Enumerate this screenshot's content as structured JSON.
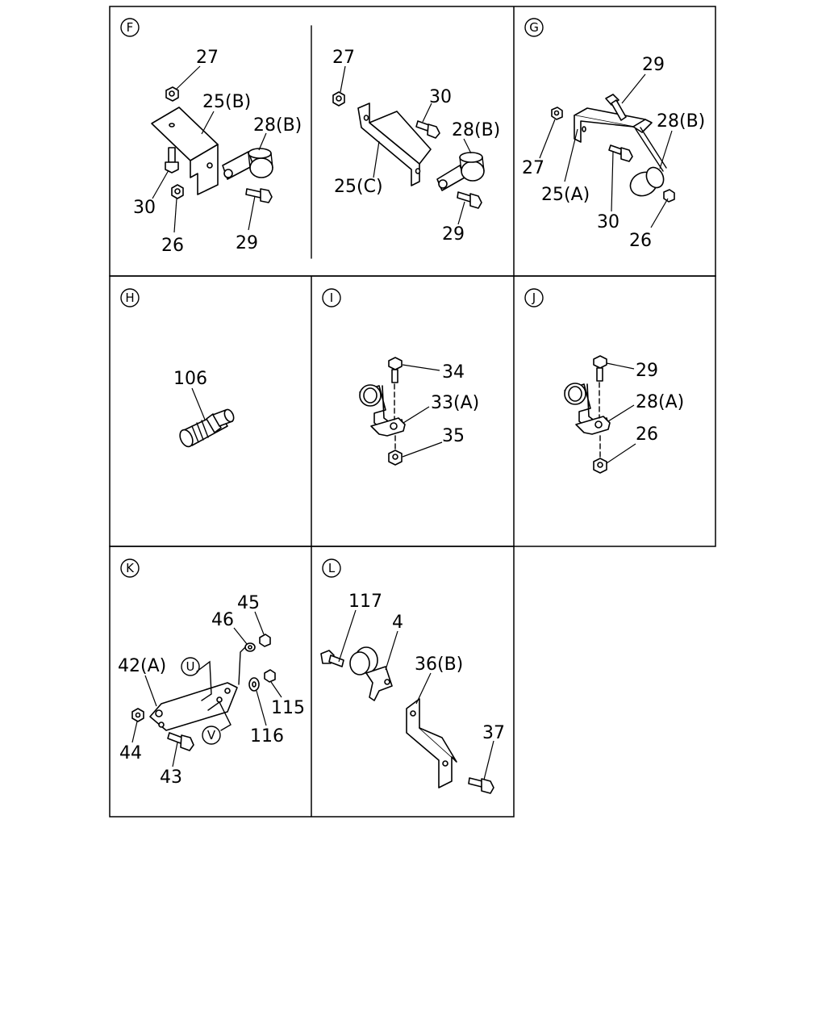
{
  "panels": {
    "F": {
      "id": "F",
      "left": {
        "p27": "27",
        "p25": "25(B)",
        "p28": "28(B)",
        "p30": "30",
        "p26": "26",
        "p29": "29"
      },
      "right": {
        "p27": "27",
        "p30": "30",
        "p28": "28(B)",
        "p25": "25(C)",
        "p29": "29"
      }
    },
    "G": {
      "id": "G",
      "p29": "29",
      "p28": "28(B)",
      "p27": "27",
      "p25": "25(A)",
      "p30": "30",
      "p26": "26"
    },
    "H": {
      "id": "H",
      "p106": "106"
    },
    "I": {
      "id": "I",
      "p34": "34",
      "p33": "33(A)",
      "p35": "35"
    },
    "J": {
      "id": "J",
      "p29": "29",
      "p28": "28(A)",
      "p26": "26"
    },
    "K": {
      "id": "K",
      "p45": "45",
      "p46": "46",
      "p42": "42(A)",
      "u": "U",
      "p115": "115",
      "v": "V",
      "p116": "116",
      "p44": "44",
      "p43": "43"
    },
    "L": {
      "id": "L",
      "p117": "117",
      "p4": "4",
      "p36": "36(B)",
      "p37": "37"
    }
  }
}
